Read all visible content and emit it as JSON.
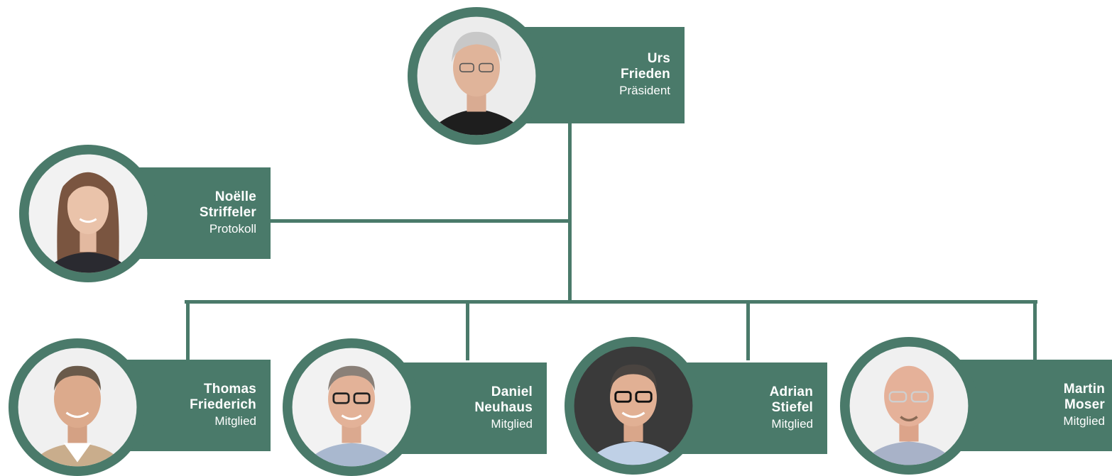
{
  "colors": {
    "accent": "#4a7a6a",
    "background": "#ffffff"
  },
  "president": {
    "first": "Urs",
    "last": "Frieden",
    "role": "Präsident"
  },
  "protocol": {
    "first": "Noëlle",
    "last": "Striffeler",
    "role": "Protokoll"
  },
  "members": [
    {
      "first": "Thomas",
      "last": "Friederich",
      "role": "Mitglied"
    },
    {
      "first": "Daniel",
      "last": "Neuhaus",
      "role": "Mitglied"
    },
    {
      "first": "Adrian",
      "last": "Stiefel",
      "role": "Mitglied"
    },
    {
      "first": "Martin",
      "last": "Moser",
      "role": "Mitglied"
    }
  ]
}
